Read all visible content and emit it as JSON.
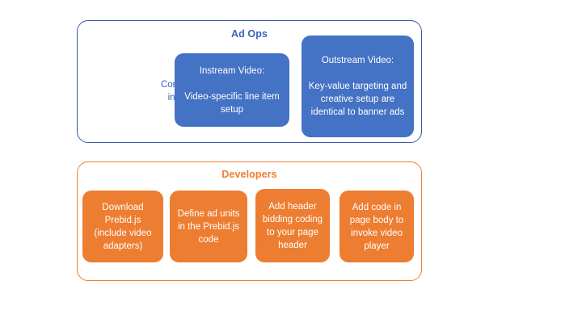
{
  "diagram": {
    "type": "grouped-process-diagram",
    "background_color": "#FFFFFF",
    "groups": [
      {
        "id": "ad-ops",
        "title": "Ad Ops",
        "border_color": "#3A59A8",
        "title_color": "#3B63B8",
        "plain_node": {
          "text": "Configure Line Items in Your Ad Server",
          "color": "#3B63B8"
        },
        "nodes": [
          {
            "id": "instream-video",
            "heading": "Instream Video:",
            "body": "Video-specific line item setup",
            "fill": "#4472C4",
            "text_color": "#FFFFFF"
          },
          {
            "id": "outstream-video",
            "heading": "Outstream Video:",
            "body": "Key-value targeting and creative setup are identical to banner ads",
            "fill": "#4472C4",
            "text_color": "#FFFFFF"
          }
        ]
      },
      {
        "id": "developers",
        "title": "Developers",
        "border_color": "#ED7D31",
        "title_color": "#ED7D31",
        "nodes": [
          {
            "id": "download-prebid",
            "body": "Download Prebid.js (include video adapters)",
            "fill": "#ED7D31",
            "text_color": "#FFFFFF"
          },
          {
            "id": "define-ad-units",
            "body": "Define ad units in the Prebid.js code",
            "fill": "#ED7D31",
            "text_color": "#FFFFFF"
          },
          {
            "id": "add-header-bidding",
            "body": "Add header bidding coding to your page header",
            "fill": "#ED7D31",
            "text_color": "#FFFFFF"
          },
          {
            "id": "add-page-body-code",
            "body": "Add code in page body to invoke video player",
            "fill": "#ED7D31",
            "text_color": "#FFFFFF"
          }
        ]
      }
    ]
  }
}
